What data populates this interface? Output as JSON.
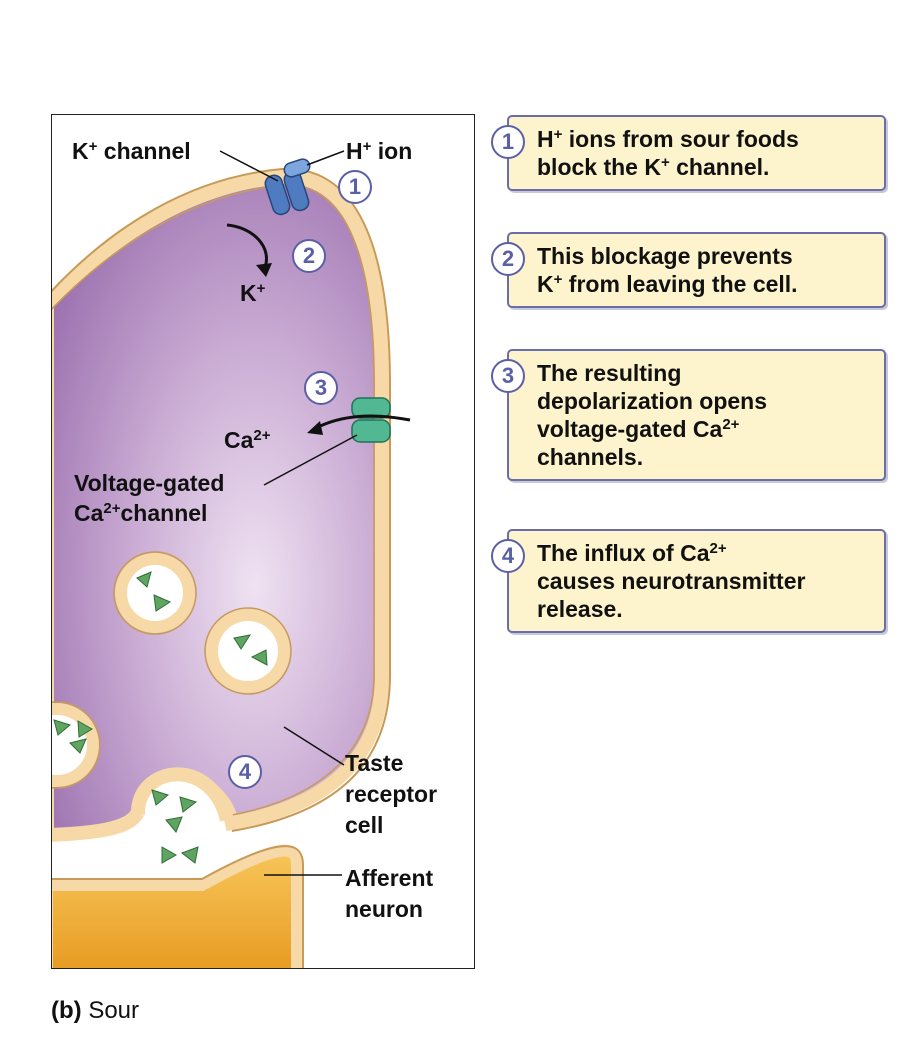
{
  "diagram": {
    "labels": {
      "k_channel": "K",
      "k_channel_sup": "+",
      "k_channel_rest": " channel",
      "h_ion": "H",
      "h_ion_sup": "+",
      "h_ion_rest": " ion",
      "k_out": "K",
      "k_out_sup": "+",
      "ca": "Ca",
      "ca_sup": "2+",
      "vg_line1": "Voltage-gated",
      "vg_line2_a": "Ca",
      "vg_line2_sup": "2+",
      "vg_line2_b": "channel",
      "taste_line1": "Taste",
      "taste_line2": "receptor",
      "taste_line3": "cell",
      "afferent_line1": "Afferent",
      "afferent_line2": "neuron"
    },
    "markers": [
      "1",
      "2",
      "3",
      "4"
    ]
  },
  "steps": [
    {
      "num": "1",
      "line1_a": "H",
      "line1_sup": "+",
      "line1_b": " ions from sour foods",
      "line2_a": "block the K",
      "line2_sup": "+",
      "line2_b": " channel."
    },
    {
      "num": "2",
      "line1_a": "This blockage prevents",
      "line2_a": "K",
      "line2_sup": "+",
      "line2_b": " from leaving the cell."
    },
    {
      "num": "3",
      "line1_a": "The resulting",
      "line2_a": "depolarization opens",
      "line3_a": "voltage-gated Ca",
      "line3_sup": "2+",
      "line4_a": "channels."
    },
    {
      "num": "4",
      "line1_a": "The influx of Ca",
      "line1_sup": "2+",
      "line2_a": "causes neurotransmitter",
      "line3_a": "release."
    }
  ],
  "caption": {
    "tag": "(b)",
    "text": " Sour"
  },
  "colors": {
    "membrane": "#f6d9a6",
    "membrane_edge": "#c89a57",
    "cytoplasm": "#a57bb8",
    "k_channel": "#4f7bc0",
    "ca_channel": "#52b894",
    "neurotransmitter": "#5fa561",
    "neuron": "#f3b33a",
    "marker": "#5b5fa6",
    "step_fill": "#fdf3cc"
  }
}
